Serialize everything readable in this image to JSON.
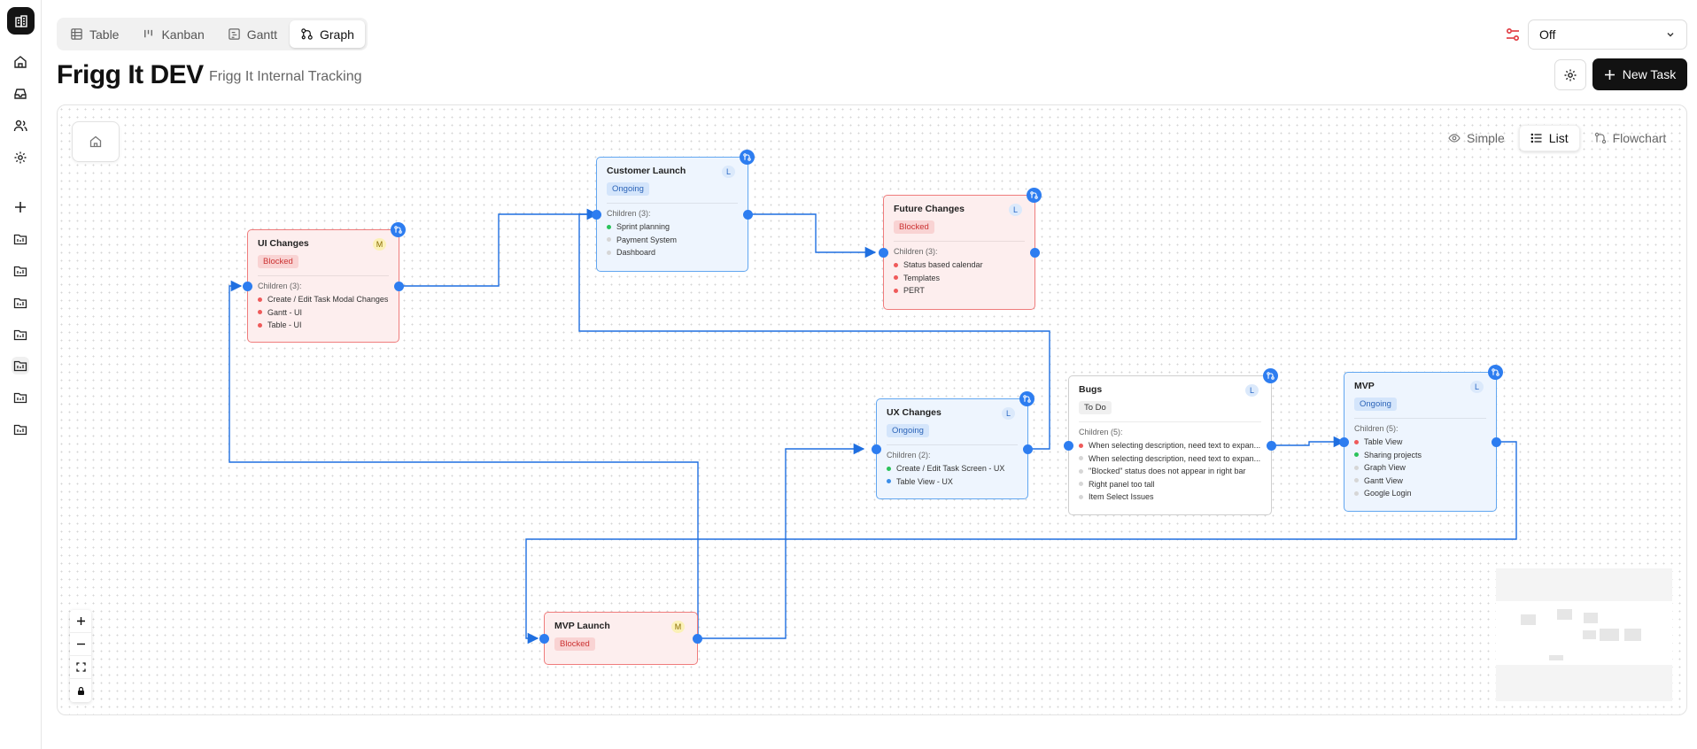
{
  "tabs": [
    {
      "label": "Table",
      "icon": "table-icon"
    },
    {
      "label": "Kanban",
      "icon": "kanban-icon"
    },
    {
      "label": "Gantt",
      "icon": "gantt-icon"
    },
    {
      "label": "Graph",
      "icon": "graph-icon",
      "active": true
    }
  ],
  "filter": {
    "value": "Off"
  },
  "project": {
    "title": "Frigg It DEV",
    "subtitle": "Frigg It Internal Tracking"
  },
  "new_task_label": "New Task",
  "views": [
    {
      "label": "Simple",
      "icon": "eye-icon"
    },
    {
      "label": "List",
      "icon": "list-icon",
      "active": true
    },
    {
      "label": "Flowchart",
      "icon": "flowchart-icon"
    }
  ],
  "nodes": {
    "ui_changes": {
      "title": "UI Changes",
      "level": "M",
      "status": "Blocked",
      "children_label": "Children (3):",
      "children": [
        {
          "text": "Create / Edit Task Modal Changes",
          "status": "red"
        },
        {
          "text": "Gantt - UI",
          "status": "red"
        },
        {
          "text": "Table - UI",
          "status": "red"
        }
      ]
    },
    "customer_launch": {
      "title": "Customer Launch",
      "level": "L",
      "status": "Ongoing",
      "children_label": "Children (3):",
      "children": [
        {
          "text": "Sprint planning",
          "status": "green"
        },
        {
          "text": "Payment System",
          "status": "gray"
        },
        {
          "text": "Dashboard",
          "status": "gray"
        }
      ]
    },
    "future_changes": {
      "title": "Future Changes",
      "level": "L",
      "status": "Blocked",
      "children_label": "Children (3):",
      "children": [
        {
          "text": "Status based calendar",
          "status": "red"
        },
        {
          "text": "Templates",
          "status": "red"
        },
        {
          "text": "PERT",
          "status": "red"
        }
      ]
    },
    "ux_changes": {
      "title": "UX Changes",
      "level": "L",
      "status": "Ongoing",
      "children_label": "Children (2):",
      "children": [
        {
          "text": "Create / Edit Task Screen - UX",
          "status": "green"
        },
        {
          "text": "Table View - UX",
          "status": "blue"
        }
      ]
    },
    "bugs": {
      "title": "Bugs",
      "level": "L",
      "status": "To Do",
      "children_label": "Children (5):",
      "children": [
        {
          "text": "When selecting description, need text to expan...",
          "status": "red"
        },
        {
          "text": "When selecting description, need text to expan...",
          "status": "gray"
        },
        {
          "text": "\"Blocked\" status does not appear in right bar",
          "status": "gray"
        },
        {
          "text": "Right panel too tall",
          "status": "gray"
        },
        {
          "text": "Item Select Issues",
          "status": "gray"
        }
      ]
    },
    "mvp": {
      "title": "MVP",
      "level": "L",
      "status": "Ongoing",
      "children_label": "Children (5):",
      "children": [
        {
          "text": "Table View",
          "status": "red"
        },
        {
          "text": "Sharing projects",
          "status": "green"
        },
        {
          "text": "Graph View",
          "status": "gray"
        },
        {
          "text": "Gantt View",
          "status": "gray"
        },
        {
          "text": "Google Login",
          "status": "gray"
        }
      ]
    },
    "mvp_launch": {
      "title": "MVP Launch",
      "level": "M",
      "status": "Blocked"
    }
  },
  "colors": {
    "accent": "#2d7df0",
    "blocked": "#ef7c7c",
    "ongoing": "#61a6f0",
    "primary_button": "#121212"
  }
}
